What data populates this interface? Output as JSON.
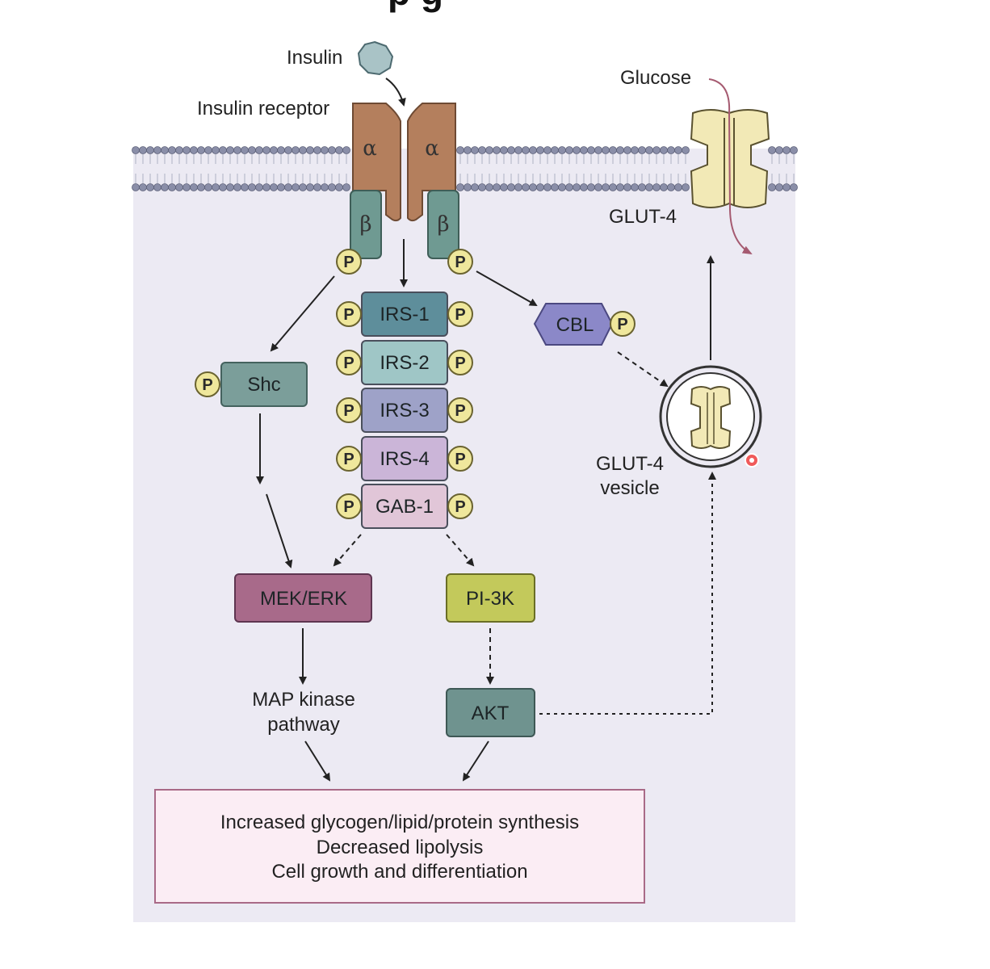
{
  "title_fragment": "p g",
  "colors": {
    "cytoplasm": "#eceaf3",
    "membrane_head": "#8a8ea8",
    "receptor_alpha": "#b47f5d",
    "receptor_beta": "#6f9a92",
    "phospho": "#efe79c",
    "irs1": "#5e8e9b",
    "irs2": "#9fc6c6",
    "irs3": "#9ea2c8",
    "irs4": "#cbb5d8",
    "gab1": "#e1c6d8",
    "shc": "#7b9e9a",
    "cbl": "#8b88c8",
    "mekerk": "#a86a8a",
    "pi3k": "#c3c95b",
    "akt": "#6f938f",
    "glut": "#f2e9b6",
    "outcome_bg": "#fbedf4"
  },
  "labels": {
    "insulin": "Insulin",
    "insulin_receptor": "Insulin receptor",
    "glucose": "Glucose",
    "glut4": "GLUT-4",
    "glut4_vesicle_line1": "GLUT-4",
    "glut4_vesicle_line2": "vesicle",
    "alpha": "α",
    "beta": "β",
    "phospho": "P",
    "map_line1": "MAP kinase",
    "map_line2": "pathway"
  },
  "proteins": {
    "irs1": "IRS-1",
    "irs2": "IRS-2",
    "irs3": "IRS-3",
    "irs4": "IRS-4",
    "gab1": "GAB-1",
    "shc": "Shc",
    "cbl": "CBL",
    "mekerk": "MEK/ERK",
    "pi3k": "PI-3K",
    "akt": "AKT"
  },
  "outcomes": [
    "Increased glycogen/lipid/protein synthesis",
    "Decreased lipolysis",
    "Cell growth and differentiation"
  ]
}
